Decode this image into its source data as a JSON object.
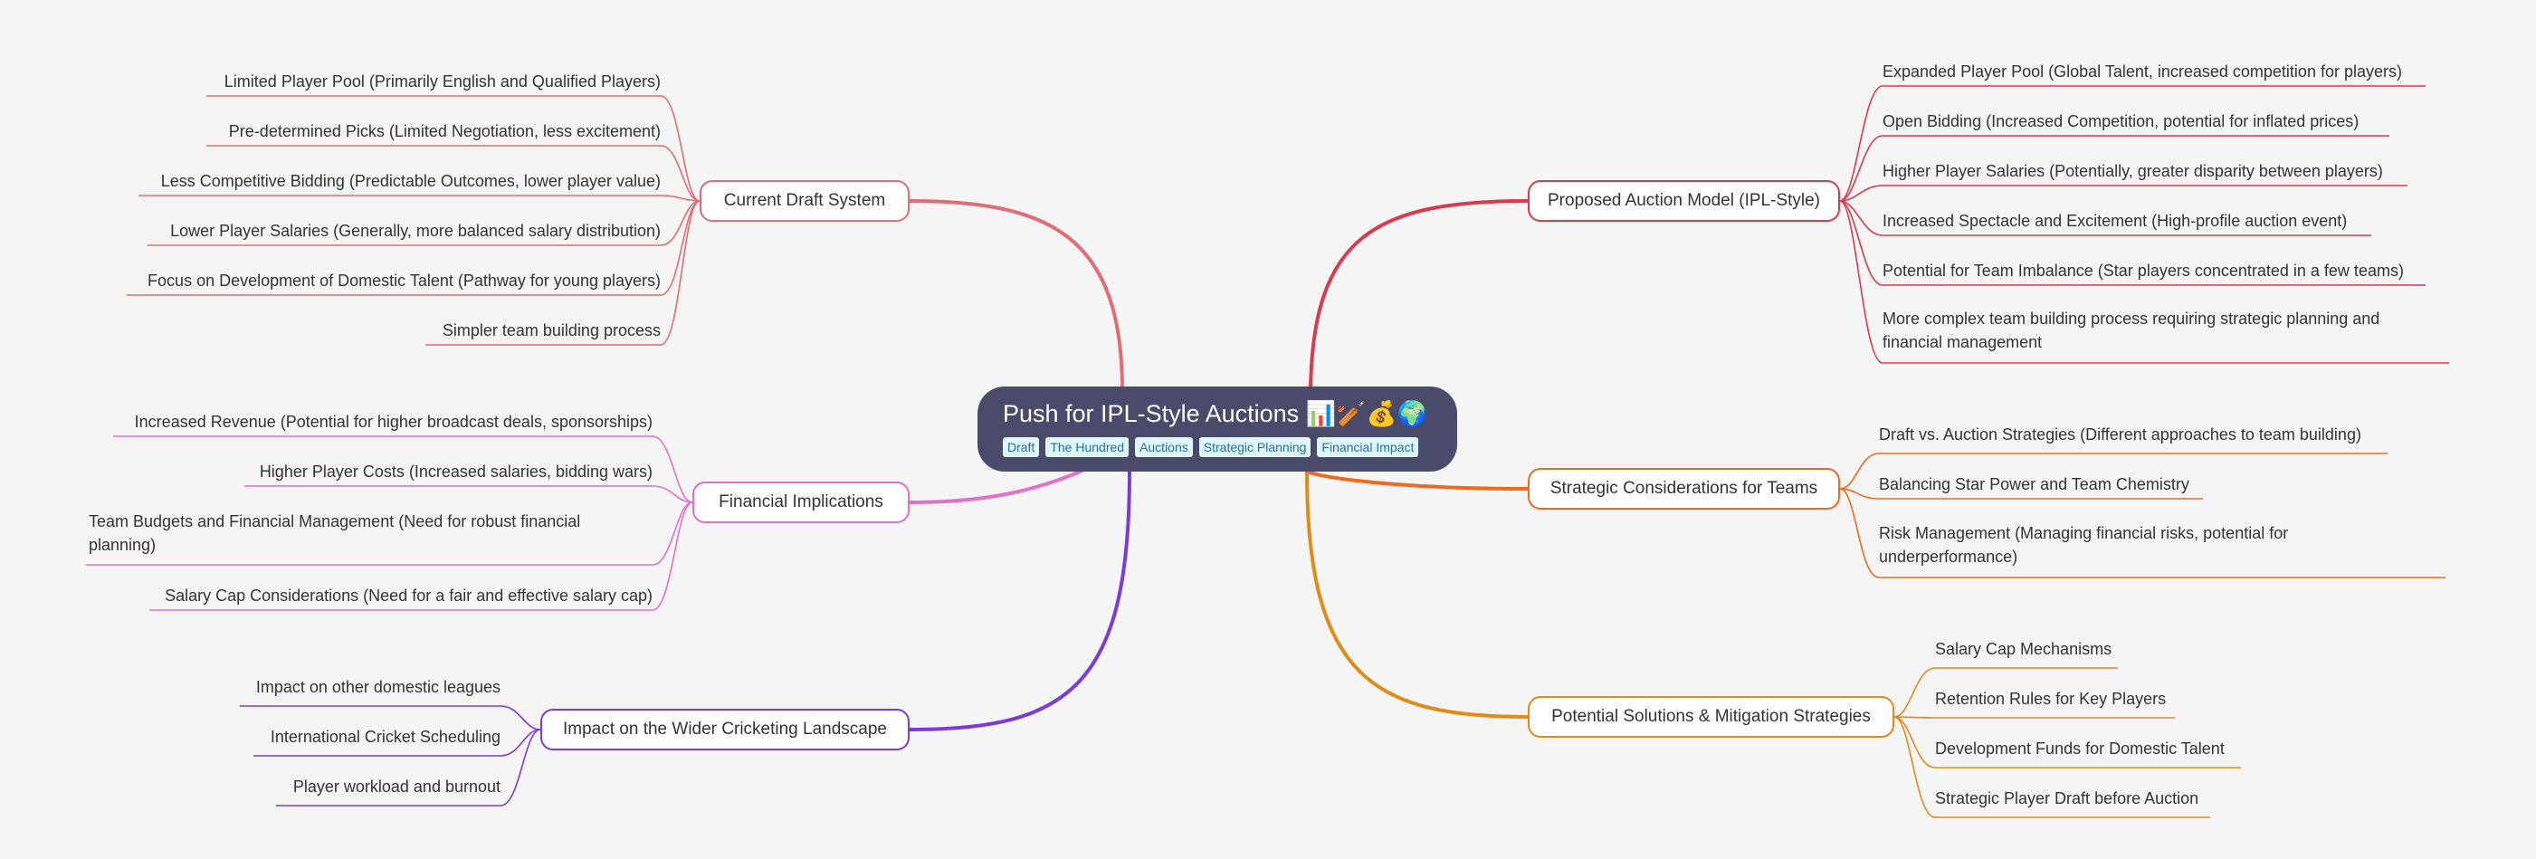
{
  "center": {
    "title": "Push for IPL-Style Auctions 📊🏏💰🌍",
    "tags": [
      "Draft",
      "The Hundred",
      "Auctions",
      "Strategic Planning",
      "Financial Impact"
    ]
  },
  "branches": {
    "current_draft": {
      "label": "Current Draft System",
      "color": "#e06c75",
      "leaves": [
        "Limited Player Pool (Primarily English and Qualified Players)",
        "Pre-determined Picks (Limited Negotiation, less excitement)",
        "Less Competitive Bidding (Predictable Outcomes, lower player value)",
        "Lower Player Salaries (Generally, more balanced salary distribution)",
        "Focus on Development of Domestic Talent (Pathway for young players)",
        "Simpler team building process"
      ]
    },
    "financial": {
      "label": "Financial Implications",
      "color": "#e36fc8",
      "leaves": [
        "Increased Revenue (Potential for higher broadcast deals, sponsorships)",
        "Higher Player Costs (Increased salaries, bidding wars)",
        "Team Budgets and Financial Management (Need for robust financial planning)",
        "Salary Cap Considerations (Need for a fair and effective salary cap)"
      ]
    },
    "wider": {
      "label": "Impact on the Wider Cricketing Landscape",
      "color": "#7b3bd6",
      "leaves": [
        "Impact on other domestic leagues",
        "International Cricket Scheduling",
        "Player workload and burnout"
      ]
    },
    "proposed": {
      "label": "Proposed Auction Model (IPL-Style)",
      "color": "#d93a4d",
      "leaves": [
        "Expanded Player Pool (Global Talent, increased competition for players)",
        "Open Bidding (Increased Competition, potential for inflated prices)",
        "Higher Player Salaries (Potentially, greater disparity between players)",
        "Increased Spectacle and Excitement (High-profile auction event)",
        "Potential for Team Imbalance (Star players concentrated in a few teams)",
        "More complex team building process requiring strategic planning and financial management"
      ]
    },
    "strategic": {
      "label": "Strategic Considerations for Teams",
      "color": "#ee6a1e",
      "leaves": [
        "Draft vs. Auction Strategies (Different approaches to team building)",
        "Balancing Star Power and Team Chemistry",
        "Risk Management (Managing financial risks, potential for underperformance)"
      ]
    },
    "solutions": {
      "label": "Potential Solutions & Mitigation Strategies",
      "color": "#e08a18",
      "leaves": [
        "Salary Cap Mechanisms",
        "Retention Rules for Key Players",
        "Development Funds for Domestic Talent",
        "Strategic Player Draft before Auction"
      ]
    }
  }
}
